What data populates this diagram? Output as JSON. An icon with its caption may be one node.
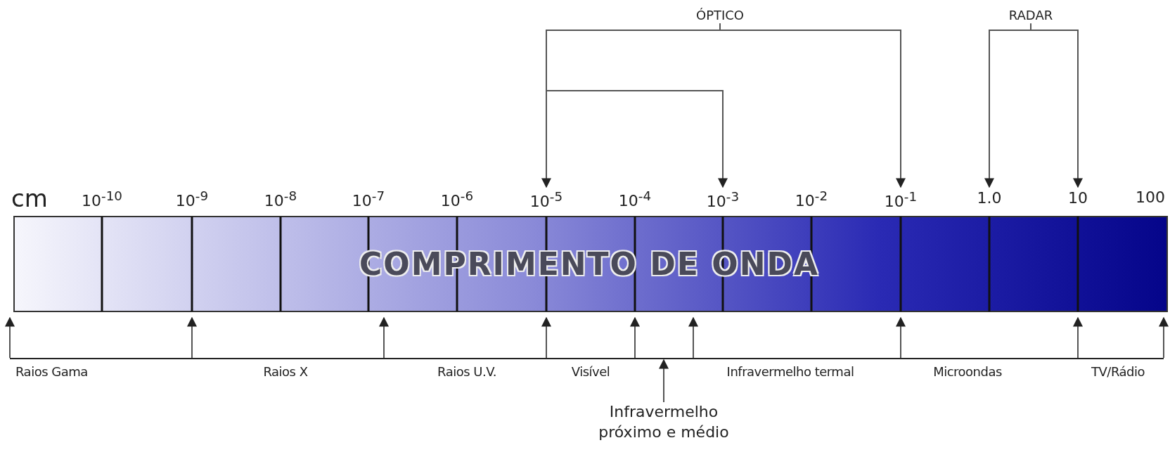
{
  "diagram": {
    "nodes": [
      {
        "text": [
          "ÓPTICO"
        ]
      },
      {
        "text": [
          "RADAR"
        ]
      },
      {
        "text": [
          "10$^{-5}$"
        ]
      },
      {
        "text": [
          "10$^{-3}$"
        ]
      },
      {
        "text": [
          "10$^{-1}$"
        ]
      },
      {
        "text": [
          "1.0"
        ]
      },
      {
        "text": [
          "10"
        ]
      },
      {
        "text": [
          "Infravermelho próximo e médio"
        ]
      },
      {
        "text": [],
        "shape": "bar"
      }
    ],
    "edges": [
      {
        "from": 0,
        "to": 2,
        "arrow": "to"
      },
      {
        "from": 0,
        "to": 3,
        "arrow": "to"
      },
      {
        "from": 0,
        "to": 4,
        "arrow": "to"
      },
      {
        "from": 1,
        "to": 5,
        "arrow": "to"
      },
      {
        "from": 1,
        "to": 6,
        "arrow": "to"
      },
      {
        "from": 7,
        "to": 8,
        "arrow": "to"
      },
      {
        "from": 8,
        "to": null,
        "arrow": "to"
      },
      {
        "from": 8,
        "to": null,
        "arrow": "to"
      },
      {
        "from": 8,
        "to": null,
        "arrow": "to"
      },
      {
        "from": 8,
        "to": null,
        "arrow": "to"
      },
      {
        "from": 8,
        "to": null,
        "arrow": "to"
      },
      {
        "from": 8,
        "to": null,
        "arrow": "to"
      },
      {
        "from": 8,
        "to": null,
        "arrow": "to"
      },
      {
        "from": 8,
        "to": null,
        "arrow": "to"
      },
      {
        "from": 8,
        "to": null,
        "arrow": "to"
      }
    ],
    "labels": [
      "cm",
      "10$^{-10}$",
      "10$^{-9}$",
      "10$^{-8}$",
      "10$^{-7}$",
      "10$^{-6}$",
      "10$^{-4}$",
      "10$^{-2}$",
      "100",
      "COMPRIMENTO DE ONDA",
      "Raios Gama",
      "Raios X",
      "Raios U.V.",
      "Visível",
      "Infravermelho termal",
      "Microondas",
      "TV/Rádio"
    ]
  }
}
